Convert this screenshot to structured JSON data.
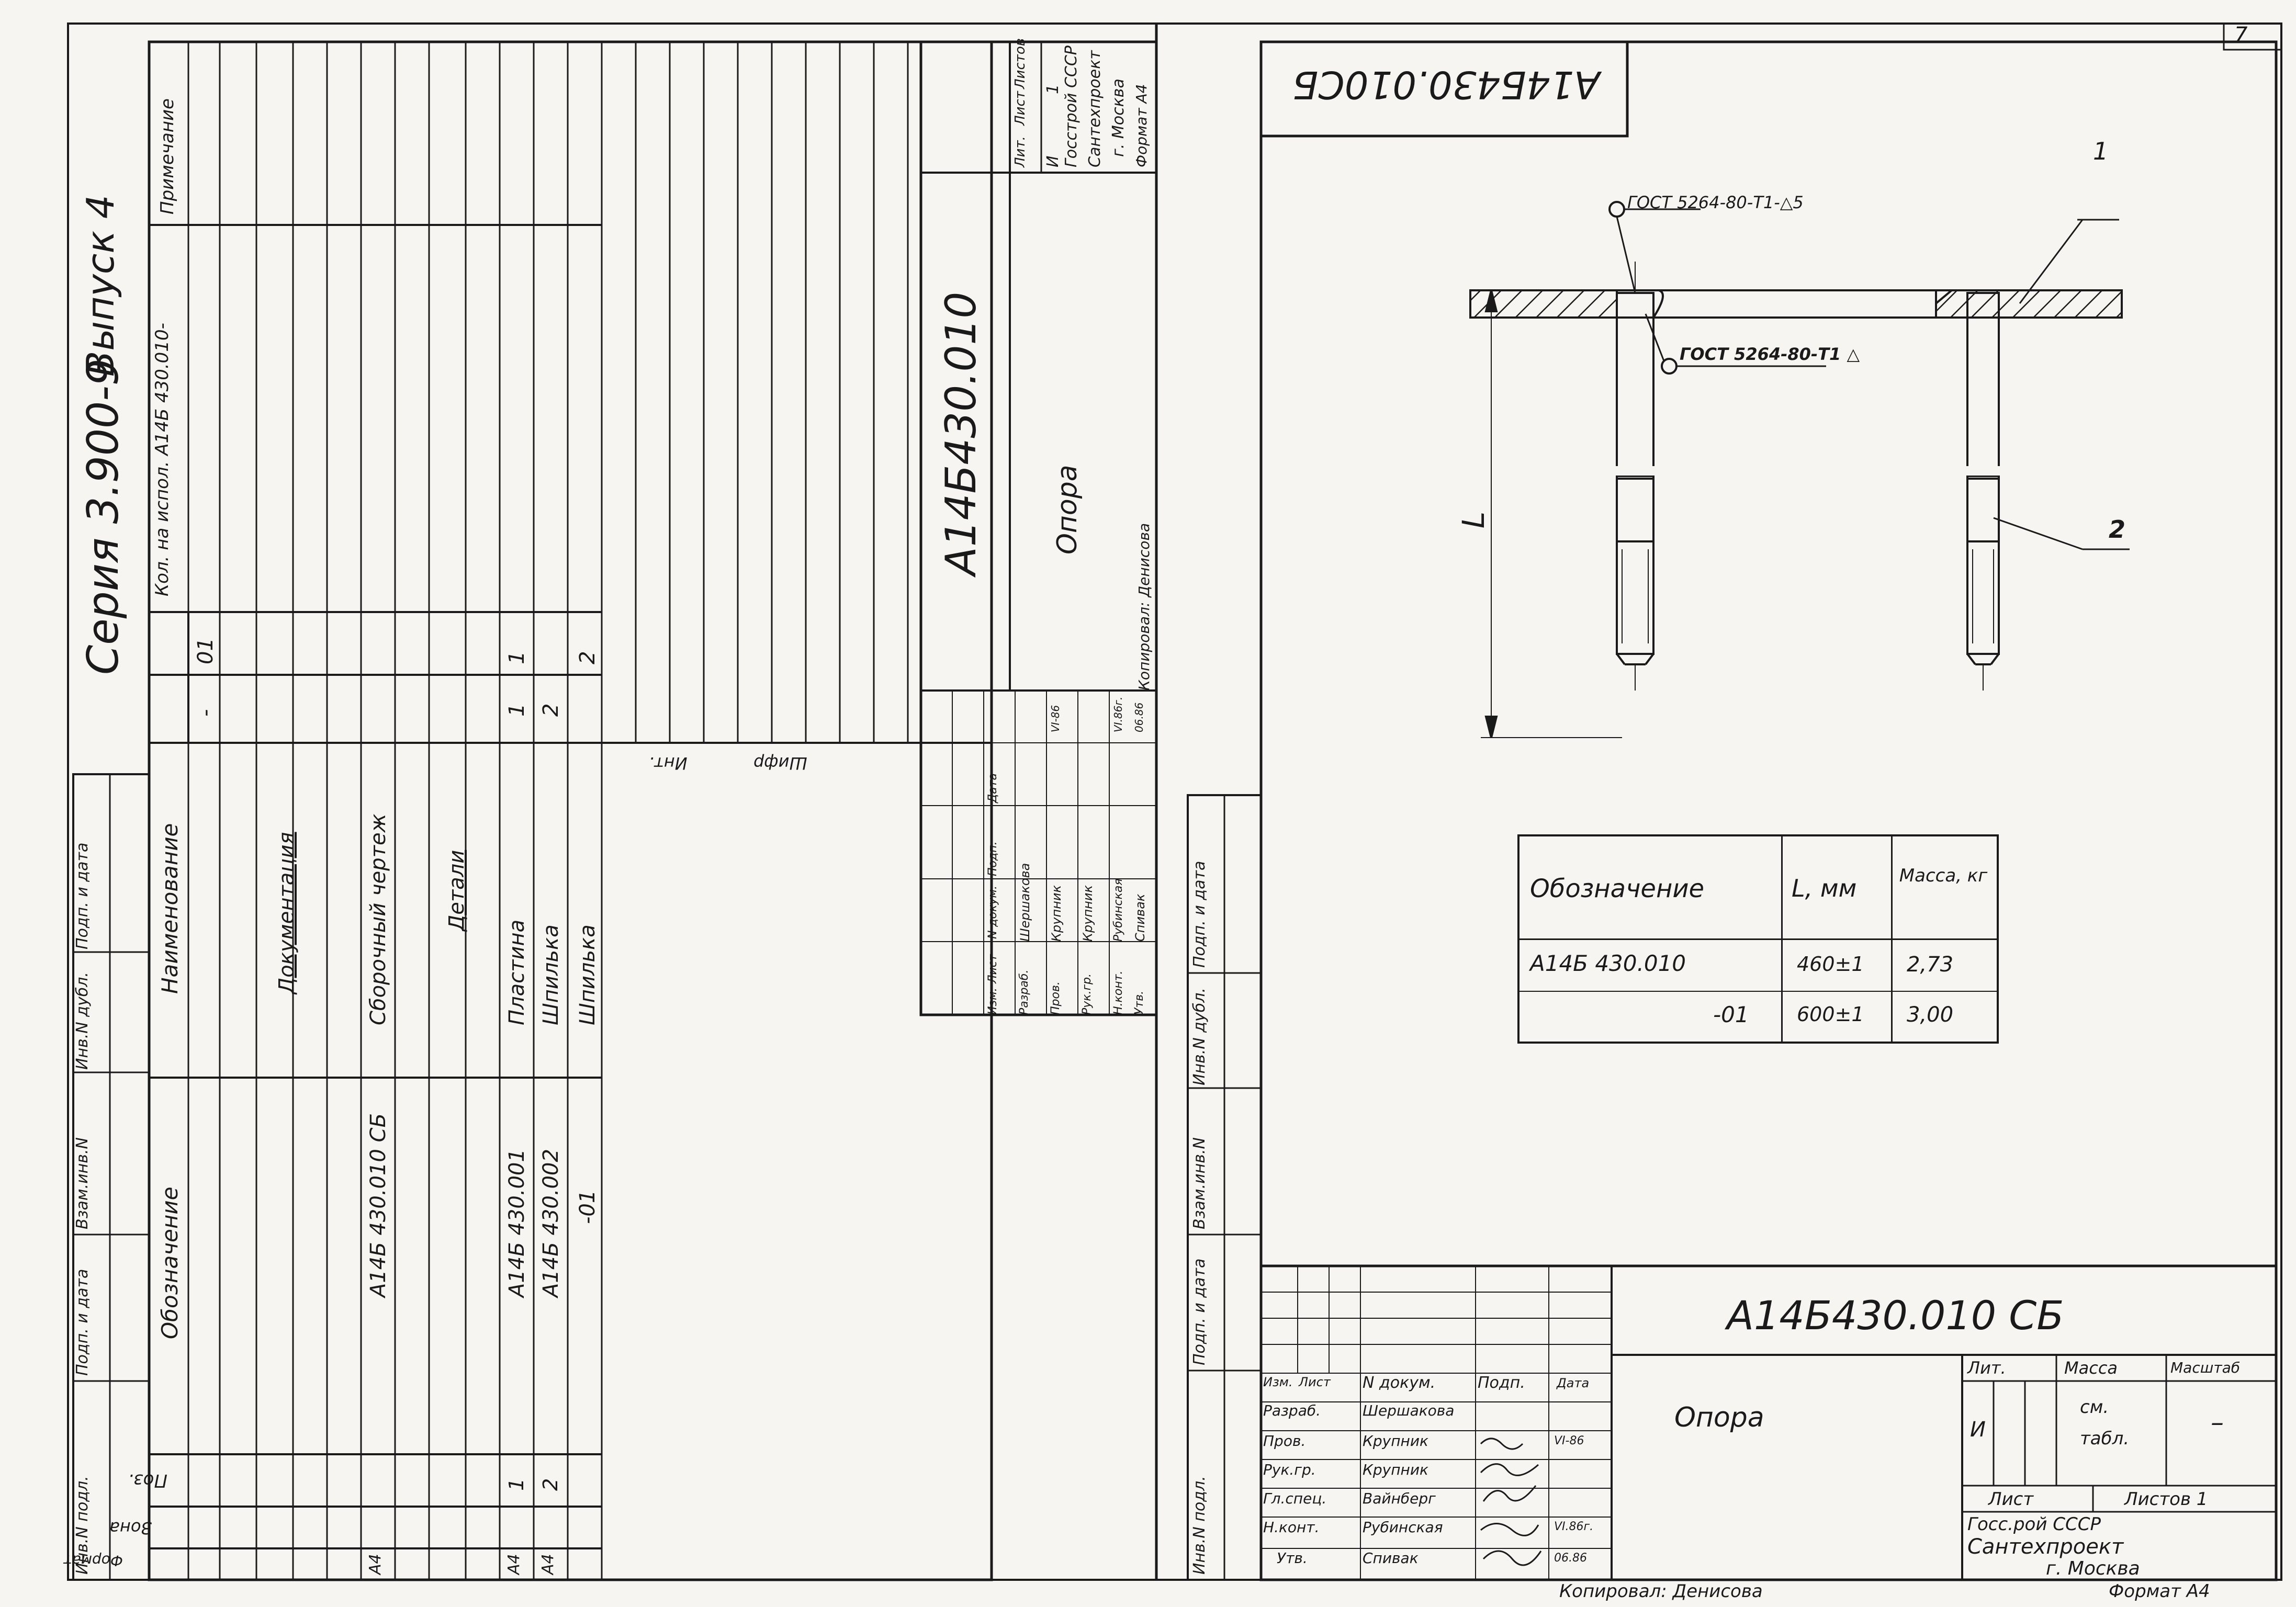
{
  "page_number": "7",
  "series": "Серия 3.900-9",
  "issue": "Выпуск 4",
  "left_sheet": {
    "side_stamp": [
      "Инв.N подл.",
      "Подп. и дата",
      "Взам.инв.N",
      "Инв.N дубл.",
      "Подп. и дата"
    ],
    "spec": {
      "headers": {
        "format": "Формат",
        "zone": "Зона",
        "pos": "Поз.",
        "designation": "Обозначение",
        "name": "Наименование",
        "qty": "Кол. на испол. А14Б 430.010-",
        "exec_1": "-",
        "exec_2": "01",
        "note": "Примечание"
      },
      "rows": [
        {
          "name": "Документация"
        },
        {
          "format": "А4",
          "designation": "А14Б 430.010 СБ",
          "name": "Сборочный чертеж"
        },
        {
          "name": "Детали"
        },
        {
          "format": "А4",
          "pos": "1",
          "designation": "А14Б 430.001",
          "name": "Пластина",
          "q1": "1",
          "q2": "1"
        },
        {
          "format": "А4",
          "pos": "2",
          "designation": "А14Б 430.002",
          "name": "Шпилька",
          "q1": "2"
        },
        {
          "designation": "-01",
          "name": "Шпилька",
          "q2": "2"
        }
      ],
      "inventory": "Инт.",
      "cipher": "Шифр"
    },
    "title_block": {
      "number": "А14Б430.010",
      "name": "Опора",
      "head": [
        "Изм.",
        "Лист",
        "N докум.",
        "Подп.",
        "Дата"
      ],
      "people": [
        {
          "role": "Разраб.",
          "name": "Шершакова"
        },
        {
          "role": "Пров.",
          "name": "Крупник",
          "date": "VI-86"
        },
        {
          "role": "Рук.гр.",
          "name": "Крупник"
        },
        {
          "role": "Н.конт.",
          "name": "Рубинская",
          "date": "VI.86г."
        },
        {
          "role": "Утв.",
          "name": "Спивак",
          "date": "06.86"
        }
      ],
      "lit_label": "Лит.",
      "sheet_label": "Лист",
      "sheets_label": "Листов",
      "lit": "И",
      "sheet": "1",
      "org_1": "Госстрой СССР",
      "org_2": "Сантехпроект",
      "org_3": "г. Москва",
      "format": "Формат А4",
      "copied": "Копировал: Денисова"
    }
  },
  "right_sheet": {
    "doc_number_rotated": "А14Б430.010СБ",
    "callouts": [
      "1",
      "2"
    ],
    "weld_top": "ГОСТ 5264-80-Т1-△5",
    "weld_mid": "ГОСТ 5264-80-Т1 △",
    "dim_L": "L",
    "mass_table": {
      "headers": [
        "Обозначение",
        "L, мм",
        "Масса, кг"
      ],
      "rows": [
        [
          "А14Б 430.010",
          "460±1",
          "2,73"
        ],
        [
          "-01",
          "600±1",
          "3,00"
        ]
      ]
    },
    "side_stamp": [
      "Инв.N подл.",
      "Подп. и дата",
      "Взам.инв.N",
      "Инв.N дубл.",
      "Подп. и дата"
    ],
    "title_block": {
      "number": "А14Б430.010 СБ",
      "name": "Опора",
      "head": [
        "Изм.",
        "Лист",
        "N докум.",
        "Подп.",
        "Дата"
      ],
      "people": [
        {
          "role": "Разраб.",
          "name": "Шершакова"
        },
        {
          "role": "Пров.",
          "name": "Крупник",
          "date": "VI-86"
        },
        {
          "role": "Рук.гр.",
          "name": "Крупник"
        },
        {
          "role": "Гл.спец.",
          "name": "Вайнберг"
        },
        {
          "role": "Н.конт.",
          "name": "Рубинская",
          "date": "VI.86г."
        },
        {
          "role": "Утв.",
          "name": "Спивак",
          "date": "06.86"
        }
      ],
      "lit_label": "Лит.",
      "mass_label": "Масса",
      "scale_label": "Масштаб",
      "lit": "И",
      "mass_value": "см. табл.",
      "scale_value": "–",
      "sheet_label": "Лист",
      "sheets_label": "Листов 1",
      "org_1": "Госс.рой СССР",
      "org_2": "Сантехпроект",
      "org_3": "г. Москва",
      "copied": "Копировал: Денисова",
      "format": "Формат А4"
    }
  }
}
